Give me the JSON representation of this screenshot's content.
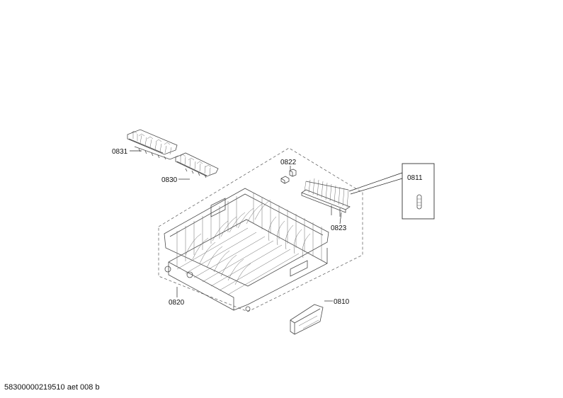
{
  "parts": [
    {
      "id": "0831",
      "name": "upper-rack-clip-strip",
      "label": "0831"
    },
    {
      "id": "0830",
      "name": "lower-rack-clip-strip",
      "label": "0830"
    },
    {
      "id": "0822",
      "name": "small-clip-part",
      "label": "0822"
    },
    {
      "id": "0823",
      "name": "tine-row-insert",
      "label": "0823"
    },
    {
      "id": "0811",
      "name": "roller-pin-detail",
      "label": "0811"
    },
    {
      "id": "0820",
      "name": "dish-basket",
      "label": "0820"
    },
    {
      "id": "0810",
      "name": "cutlery-tray",
      "label": "0810"
    }
  ],
  "footer": {
    "document_code": "58300000219510 aet 008 b"
  }
}
